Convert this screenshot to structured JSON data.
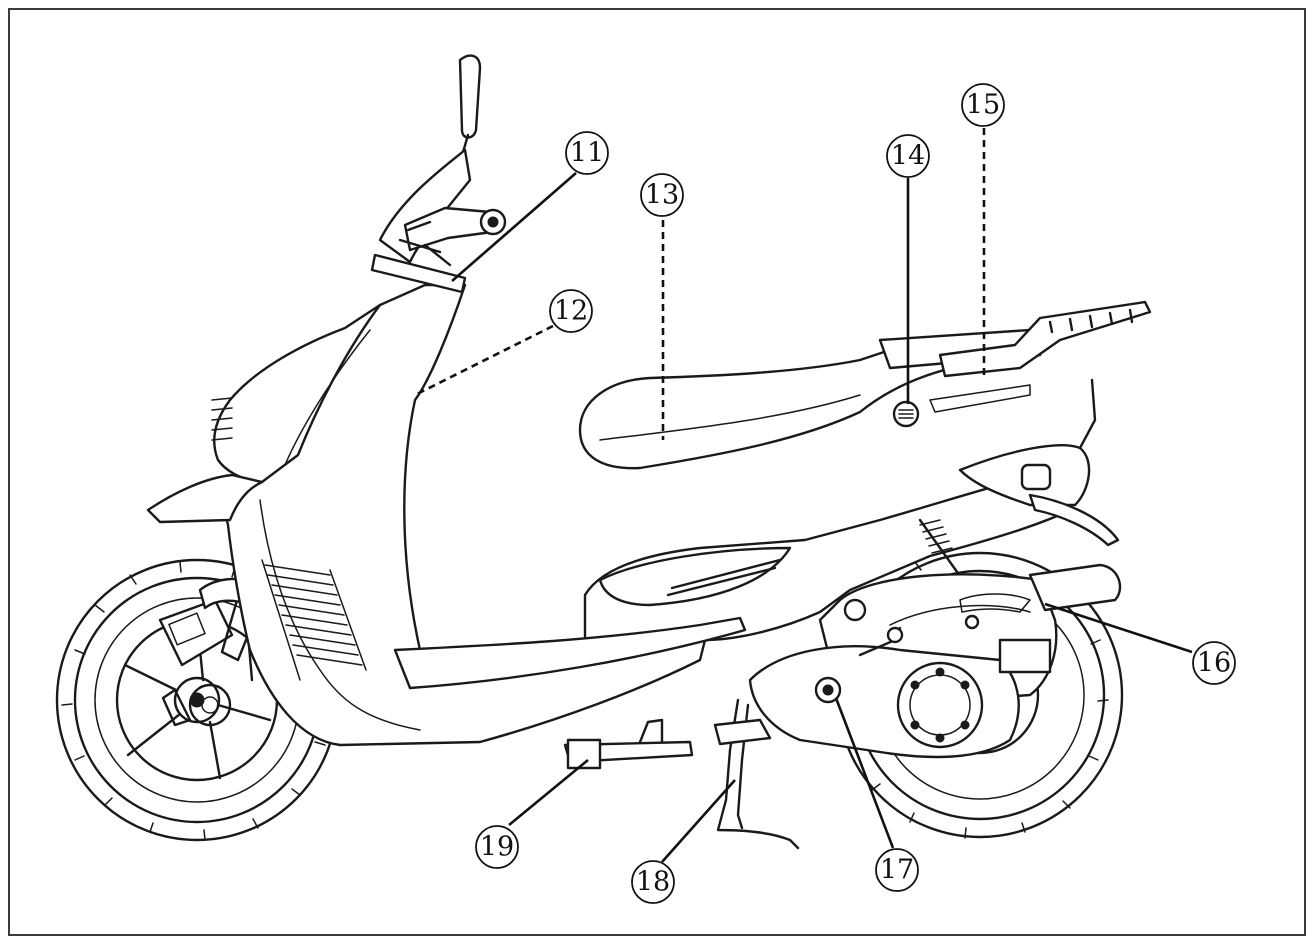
{
  "callouts": [
    {
      "id": "callout-11",
      "label": "11"
    },
    {
      "id": "callout-12",
      "label": "12"
    },
    {
      "id": "callout-13",
      "label": "13"
    },
    {
      "id": "callout-14",
      "label": "14"
    },
    {
      "id": "callout-15",
      "label": "15"
    },
    {
      "id": "callout-16",
      "label": "16"
    },
    {
      "id": "callout-17",
      "label": "17"
    },
    {
      "id": "callout-18",
      "label": "18"
    },
    {
      "id": "callout-19",
      "label": "19"
    }
  ],
  "colors": {
    "line": "#1a1a1a",
    "border": "#3a3a3a",
    "background": "#ffffff"
  }
}
